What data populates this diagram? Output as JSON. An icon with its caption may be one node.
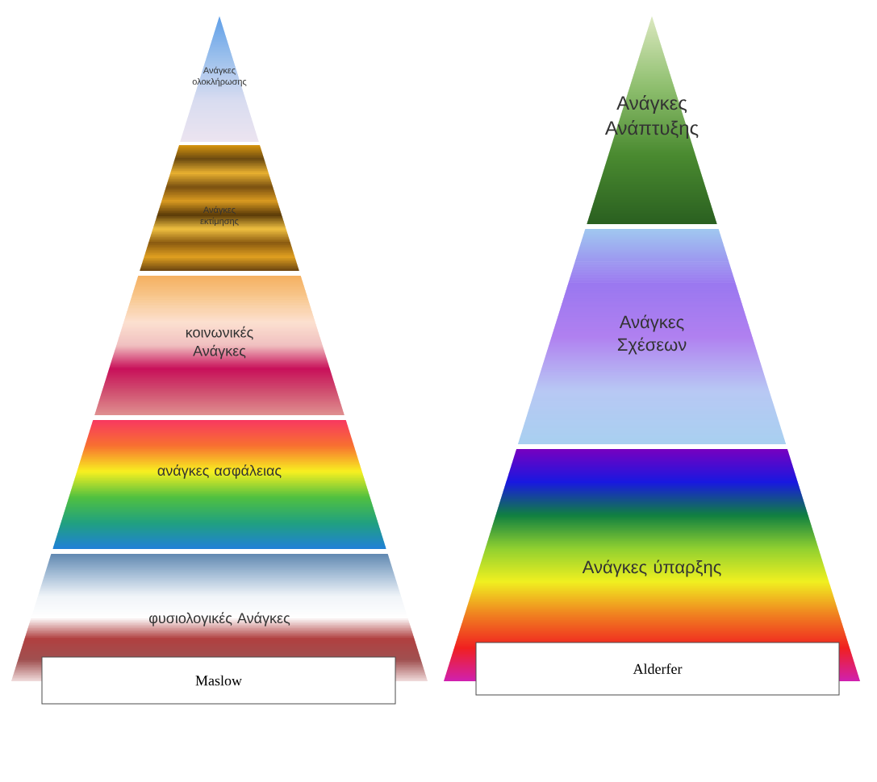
{
  "diagram": {
    "nodes": [
      {
        "text": [
          "Ανάγκες ολοκλήρωσης"
        ]
      },
      {
        "text": [
          "Ανάγκες εκτίμησης"
        ]
      },
      {
        "text": [
          "κοινωνικές Ανάγκες"
        ]
      },
      {
        "text": [
          "ανάγκες ασφάλειας"
        ]
      },
      {
        "text": [
          "φυσιολογικές Ανάγκες"
        ]
      },
      {
        "text": [
          "Maslow"
        ]
      },
      {
        "text": [
          "Ανάγκες Ανάπτυξης"
        ]
      },
      {
        "text": [
          "Ανάγκες Σχέσεων"
        ]
      },
      {
        "text": [
          "Ανάγκες ύπαρξης"
        ]
      },
      {
        "text": [
          "Alderfer"
        ]
      }
    ]
  }
}
